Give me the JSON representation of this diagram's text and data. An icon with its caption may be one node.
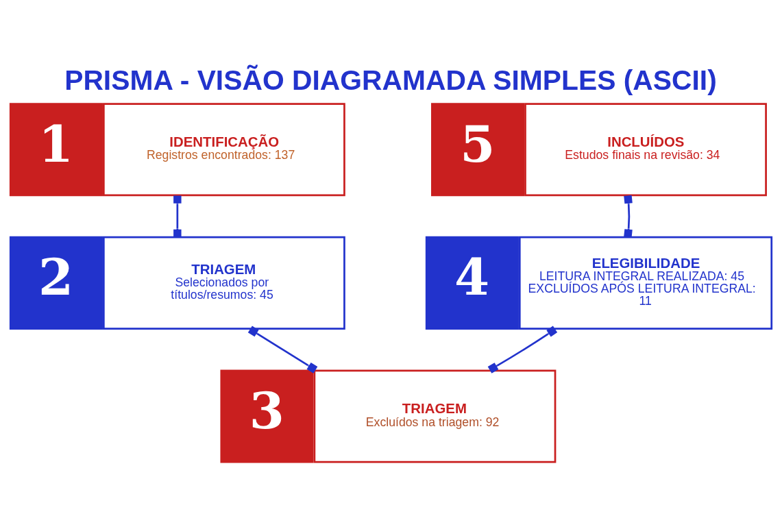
{
  "diagram": {
    "title": "PRISMA - VISÃO DIAGRAMADA SIMPLES (ASCII)",
    "nodes": [
      {
        "text": [
          "1",
          "IDENTIFICAÇÃO",
          "Registros encontrados: 137"
        ]
      },
      {
        "text": [
          "2",
          "TRIAGEM",
          "Selecionados por títulos/resumos: 45"
        ]
      },
      {
        "text": [
          "3",
          "TRIAGEM",
          "Excluídos na triagem: 92"
        ]
      },
      {
        "text": [
          "4",
          "ELEGIBILIDADE",
          "LEITURA INTEGRAL REALIZADA: 45 EXCLUÍDOS APÓS LEITURA INTEGRAL: 11"
        ]
      },
      {
        "text": [
          "5",
          "INCLUÍDOS",
          "Estudos finais na revisão: 34"
        ]
      }
    ],
    "edges": [
      {
        "from": 0,
        "to": 1,
        "arrow": "other"
      },
      {
        "from": 1,
        "to": 2,
        "arrow": "other"
      },
      {
        "from": 2,
        "to": 3,
        "arrow": "other"
      },
      {
        "from": 3,
        "to": 4,
        "arrow": "other"
      }
    ]
  }
}
